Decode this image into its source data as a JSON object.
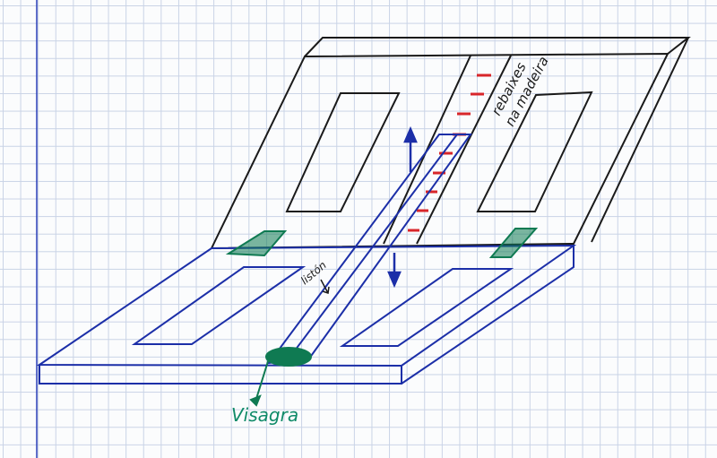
{
  "labels": {
    "grooves": [
      "rebaixes",
      "na madeira"
    ],
    "slat": "listón",
    "hinge": "Visagra"
  },
  "colors": {
    "upper_board": "#1a1a1a",
    "lower_board": "#1c2fa8",
    "grooves": "#d8262a",
    "hinges": "#0f7a52",
    "margin_line": "#2a3fb8"
  }
}
